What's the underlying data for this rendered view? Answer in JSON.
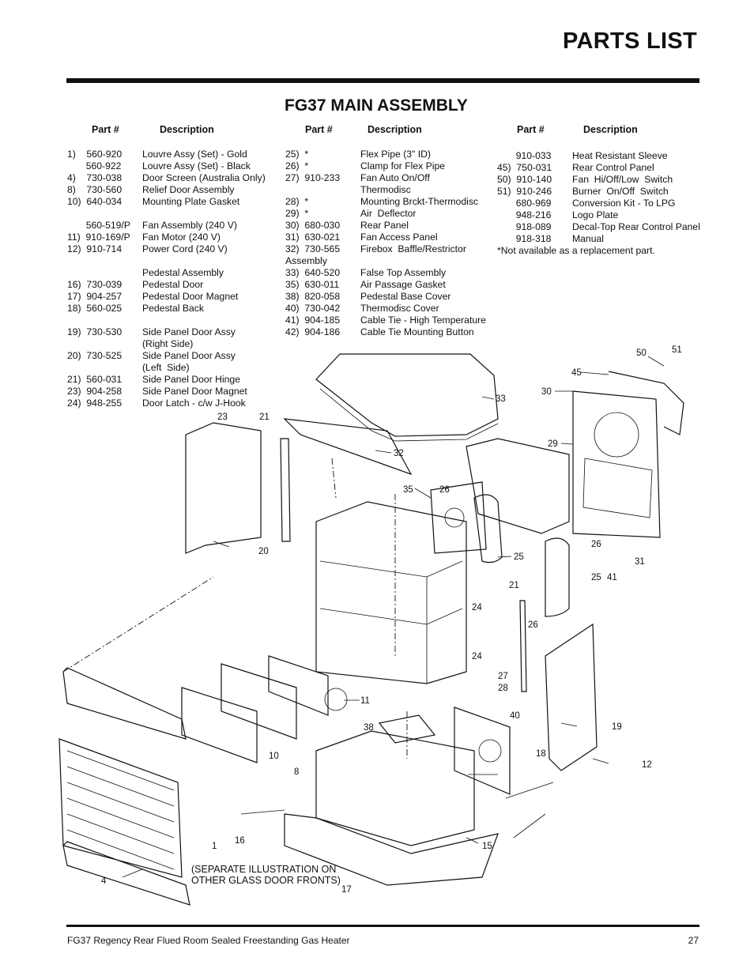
{
  "header": {
    "title": "PARTS LIST",
    "subtitle": "FG37 MAIN ASSEMBLY"
  },
  "columns": [
    {
      "part_header": "Part #",
      "desc_header": "Description",
      "rows": [
        [
          "1)    560-920",
          "Louvre Assy (Set) - Gold"
        ],
        [
          "       560-922",
          "Louvre Assy (Set) - Black"
        ],
        [
          "4)    730-038",
          "Door Screen (Australia Only)"
        ],
        [
          "8)    730-560",
          "Relief Door Assembly"
        ],
        [
          "10)  640-034",
          "Mounting Plate Gasket"
        ],
        [
          "",
          ""
        ],
        [
          "       560-519/P",
          "Fan Assembly (240 V)"
        ],
        [
          "11)  910-169/P",
          "Fan Motor (240 V)"
        ],
        [
          "12)  910-714",
          "Power Cord (240 V)"
        ],
        [
          "",
          ""
        ],
        [
          "",
          "Pedestal Assembly"
        ],
        [
          "16)  730-039",
          "Pedestal Door"
        ],
        [
          "17)  904-257",
          "Pedestal Door Magnet"
        ],
        [
          "18)  560-025",
          "Pedestal Back"
        ],
        [
          "",
          ""
        ],
        [
          "19)  730-530",
          "Side Panel Door Assy"
        ],
        [
          "",
          "(Right Side)"
        ],
        [
          "20)  730-525",
          "Side Panel Door Assy"
        ],
        [
          "",
          "(Left  Side)"
        ],
        [
          "21)  560-031",
          "Side Panel Door Hinge"
        ],
        [
          "23)  904-258",
          "Side Panel Door Magnet"
        ],
        [
          "24)  948-255",
          "Door Latch - c/w J-Hook"
        ]
      ]
    },
    {
      "part_header": "Part #",
      "desc_header": "Description",
      "rows": [
        [
          "25)  *",
          "Flex Pipe (3\" ID)"
        ],
        [
          "26)  *",
          "Clamp for Flex Pipe"
        ],
        [
          "27)  910-233",
          "Fan Auto On/Off"
        ],
        [
          "",
          "Thermodisc"
        ],
        [
          "28)  *",
          "Mounting Brckt-Thermodisc"
        ],
        [
          "29)  *",
          "Air  Deflector"
        ],
        [
          "30)  680-030",
          "Rear Panel"
        ],
        [
          "31)  630-021",
          "Fan Access Panel"
        ],
        [
          "32)  730-565",
          "Firebox  Baffle/Restrictor"
        ],
        [
          "Assembly",
          ""
        ],
        [
          "33)  640-520",
          "False Top Assembly"
        ],
        [
          "35)  630-011",
          "Air Passage Gasket"
        ],
        [
          "38)  820-058",
          "Pedestal Base Cover"
        ],
        [
          "40)  730-042",
          "Thermodisc Cover"
        ],
        [
          "41)  904-185",
          "Cable Tie - High Temperature"
        ],
        [
          "42)  904-186",
          "Cable Tie Mounting Button"
        ]
      ]
    },
    {
      "part_header": "Part #",
      "desc_header": "Description",
      "rows": [
        [
          "       910-033",
          "Heat Resistant Sleeve"
        ],
        [
          "45)  750-031",
          "Rear Control Panel"
        ],
        [
          "50)  910-140",
          "Fan  Hi/Off/Low  Switch"
        ],
        [
          "51)  910-246",
          "Burner  On/Off  Switch"
        ],
        [
          "       680-969",
          "Conversion Kit - To LPG"
        ],
        [
          "       948-216",
          "Logo Plate"
        ],
        [
          "       918-089",
          "Decal-Top Rear Control Panel"
        ],
        [
          "       918-318",
          "Manual"
        ]
      ],
      "note": "*Not available as a replacement part."
    }
  ],
  "diagram": {
    "callouts": [
      "50",
      "51",
      "45",
      "30",
      "33",
      "29",
      "32",
      "35",
      "26",
      "21",
      "23",
      "20",
      "25",
      "26",
      "25",
      "41",
      "31",
      "21",
      "24",
      "24",
      "26",
      "27",
      "28",
      "40",
      "11",
      "19",
      "12",
      "18",
      "38",
      "10",
      "8",
      "16",
      "15",
      "1",
      "4",
      "17"
    ],
    "note_line1": "(SEPARATE ILLUSTRATION ON",
    "note_line2": "OTHER GLASS DOOR FRONTS)"
  },
  "footer": {
    "left": "FG37 Regency Rear Flued Room Sealed Freestanding Gas Heater",
    "page": "27"
  }
}
